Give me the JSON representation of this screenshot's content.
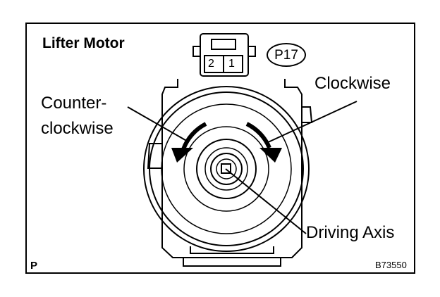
{
  "title": "Lifter Motor",
  "connector_code": "P17",
  "connector_pins": [
    "2",
    "1"
  ],
  "labels": {
    "clockwise": "Clockwise",
    "counter_line1": "Counter-",
    "counter_line2": "clockwise",
    "driving_axis": "Driving Axis"
  },
  "corner_mark": "P",
  "figure_code": "B73550"
}
